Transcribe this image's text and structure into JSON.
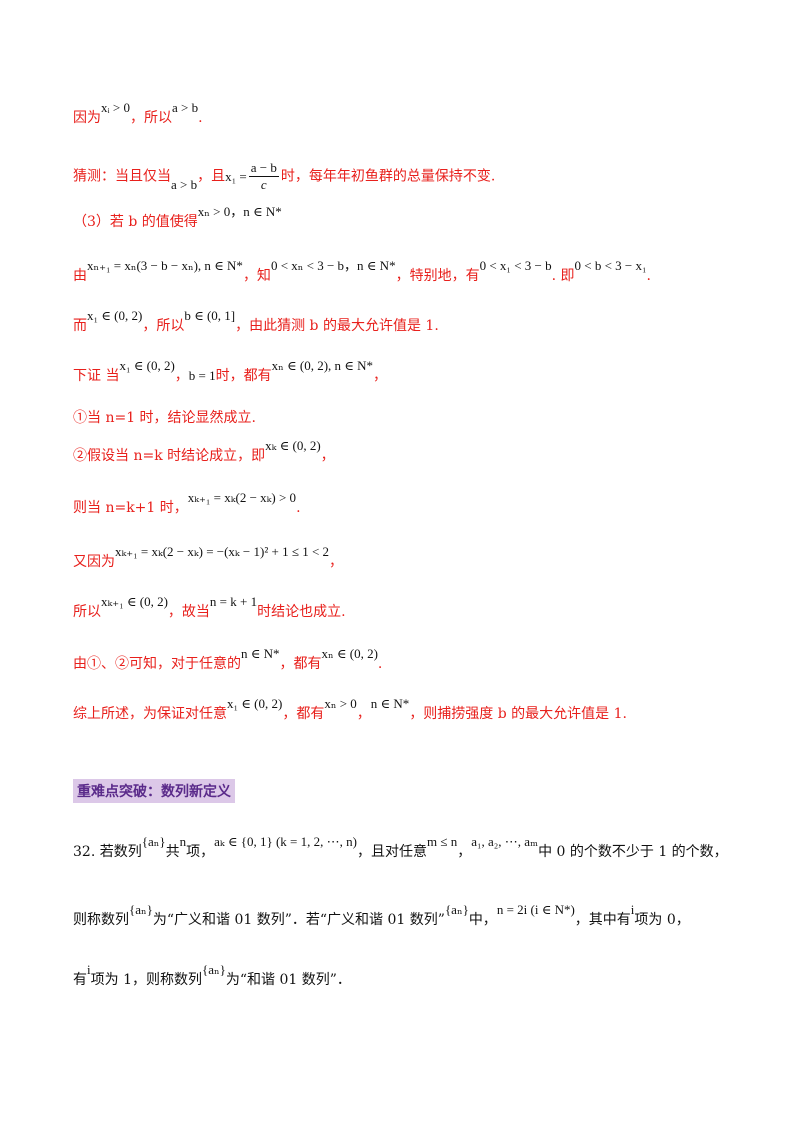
{
  "lines": {
    "l1": {
      "a": "因为",
      "m1": "xᵢ > 0",
      "b": "，所以",
      "m2": "a > b",
      "c": "."
    },
    "l2": {
      "a": "猜测：当且仅当",
      "m1": "a > b",
      "b": "，且",
      "m2a": "x₁ =",
      "num": "a − b",
      "den": "c",
      "c": "时，每年年初鱼群的总量保持不变."
    },
    "l3": {
      "a": "（3）若 b 的值使得",
      "m1": "xₙ > 0，n ∈ N*"
    },
    "l4": {
      "a": "由",
      "m1": "xₙ₊₁ = xₙ(3 − b − xₙ), n ∈ N*",
      "b": "，知",
      "m2": "0 < xₙ < 3 − b，n ∈ N*",
      "c": "，特别地，有",
      "m3": "0 < x₁ < 3 − b",
      "d": ".  即",
      "m4": "0 < b < 3 − x₁",
      "e": "."
    },
    "l5": {
      "a": "而",
      "m1": "x₁ ∈ (0, 2)",
      "b": "，所以",
      "m2": "b ∈ (0, 1]",
      "c": "，由此猜测 b 的最大允许值是 1."
    },
    "l6": {
      "a": "下证  当",
      "m1": "x₁ ∈ (0, 2)",
      "b": "，",
      "m2": "b = 1",
      "c": "时，都有",
      "m3": "xₙ ∈ (0, 2), n ∈ N*",
      "d": "，"
    },
    "l7": {
      "a": "①当 n=1 时，结论显然成立."
    },
    "l8": {
      "a": "②假设当 n=k 时结论成立，即",
      "m1": "xₖ ∈ (0, 2)",
      "b": "，"
    },
    "l9": {
      "a": "则当 n=k+1 时，",
      "m1": "xₖ₊₁ = xₖ(2 − xₖ) > 0",
      "b": "."
    },
    "l10": {
      "a": "又因为",
      "m1": "xₖ₊₁ = xₖ(2 − xₖ) = −(xₖ − 1)² + 1 ≤ 1 < 2",
      "b": "，"
    },
    "l11": {
      "a": "所以",
      "m1": "xₖ₊₁ ∈ (0, 2)",
      "b": "，故当",
      "m2": "n = k + 1",
      "c": "时结论也成立."
    },
    "l12": {
      "a": "由①、②可知，对于任意的",
      "m1": "n ∈ N*",
      "b": "，都有",
      "m2": "xₙ ∈ (0, 2)",
      "c": "."
    },
    "l13": {
      "a": "综上所述，为保证对任意",
      "m1": "x₁ ∈ (0, 2)",
      "b": "，都有",
      "m2": "xₙ > 0",
      "c": "，",
      "m3": "n ∈ N*",
      "d": "，则捕捞强度 b 的最大允许值是 1."
    }
  },
  "heading": "重难点突破：数列新定义",
  "problem": {
    "p1": {
      "a": "32.  若数列",
      "m1": "{aₙ}",
      "b": "共",
      "m2": "n",
      "c": "项，",
      "m3": "aₖ ∈ {0, 1} (k = 1, 2, ⋯, n)",
      "d": "，且对任意",
      "m4": "m ≤ n",
      "e": "，",
      "m5": "a₁, a₂, ⋯, aₘ",
      "f": "中 0 的个数不少于 1 的个数，"
    },
    "p2": {
      "a": "则称数列",
      "m1": "{aₙ}",
      "b": "为“广义和谐 01 数列”．若“广义和谐 01 数列”",
      "m2": "{aₙ}",
      "c": "中，",
      "m3": "n = 2i (i ∈ N*)",
      "d": "，其中有",
      "m4": "i",
      "e": "项为 0，"
    },
    "p3": {
      "a": "有",
      "m1": "i",
      "b": "项为 1，则称数列",
      "m2": "{aₙ}",
      "c": "为“和谐 01 数列”．"
    }
  }
}
